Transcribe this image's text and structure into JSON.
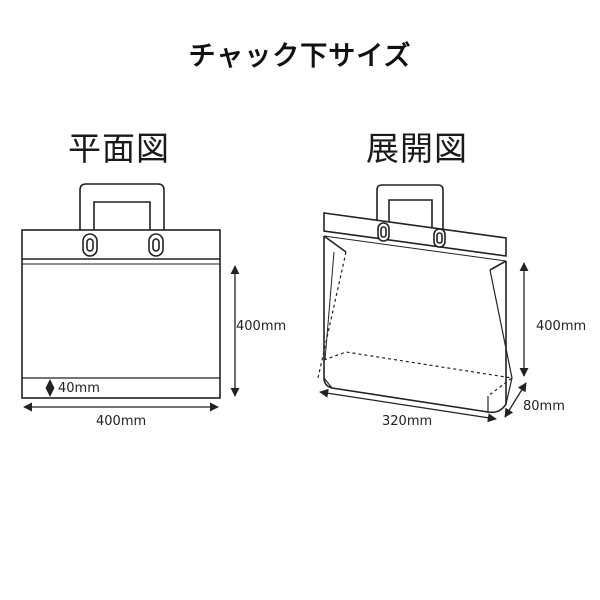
{
  "title": "チャック下サイズ",
  "plan_view": {
    "label": "平面図",
    "height_dim": "400mm",
    "bottom_dim": "40mm",
    "width_dim": "400mm"
  },
  "expanded_view": {
    "label": "展開図",
    "height_dim": "400mm",
    "width_dim": "320mm",
    "depth_dim": "80mm"
  }
}
